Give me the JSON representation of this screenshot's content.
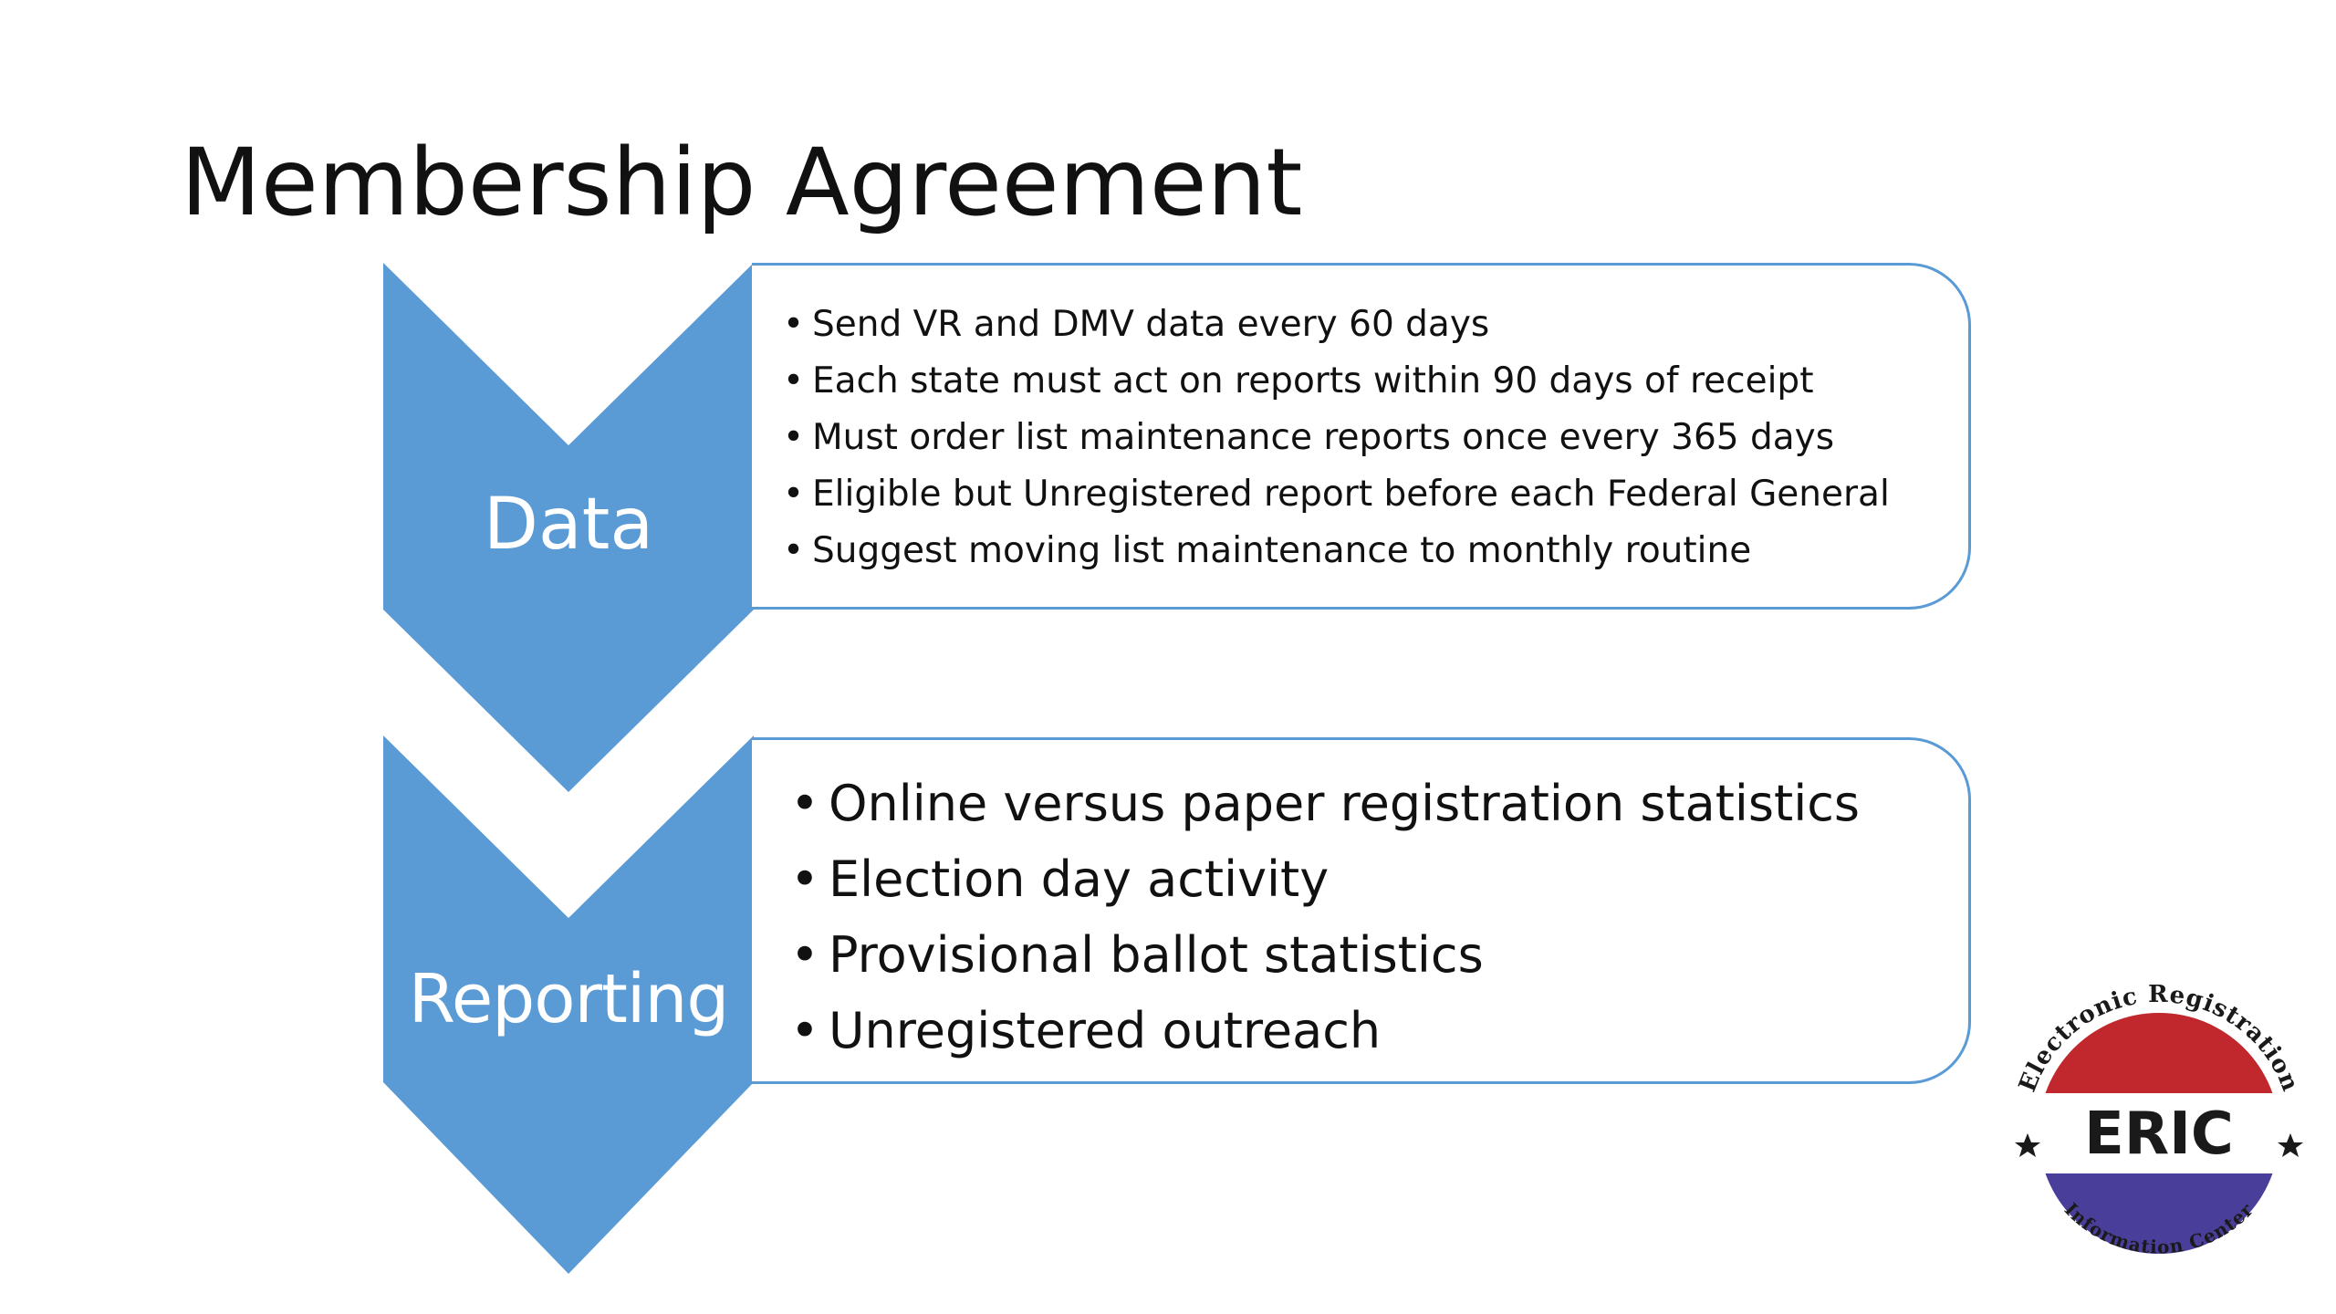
{
  "slide": {
    "title": "Membership Agreement"
  },
  "sections": [
    {
      "label": "Data",
      "bullets": [
        "Send VR and DMV data every 60 days",
        "Each state must act on reports within 90 days of receipt",
        "Must order list maintenance reports once every 365 days",
        "Eligible but Unregistered report before each Federal General",
        "Suggest moving list maintenance to monthly routine"
      ]
    },
    {
      "label": "Reporting",
      "bullets": [
        "Online versus paper registration statistics",
        "Election day activity",
        "Provisional ballot statistics",
        "Unregistered outreach"
      ]
    }
  ],
  "logo": {
    "name": "ERIC",
    "top_arc_text": "Electronic Registration",
    "bottom_arc_text": "Information Center"
  },
  "colors": {
    "chevron_fill": "#5b9bd5",
    "box_border": "#5b9bd5",
    "logo_red": "#c0282d",
    "logo_blue": "#4a3e9b"
  },
  "icons": {
    "logo": "eric-seal-icon",
    "star": "star-icon"
  }
}
